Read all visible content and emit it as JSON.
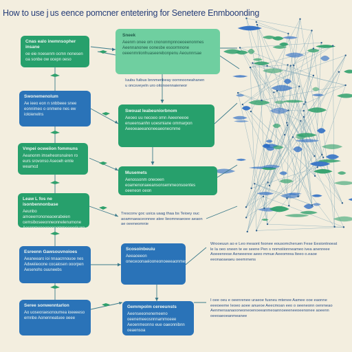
{
  "title": "How to use j us eence pomcner entetering for Senetere Enmboonding",
  "colors": {
    "background": "#f3eedf",
    "green_box": "#27a06c",
    "light_green_box": "#6fcfa0",
    "blue_box": "#2a73b8",
    "title_text": "#243c78",
    "connector": "#3b7a8a",
    "network_green": "#2fa06c",
    "network_blue": "#2b6cc4"
  },
  "left_column": [
    {
      "heading": "Cnas ealo inemnsopher insane",
      "text": "oe eie noesenm ocmn nonesen oa  sonbe ow ocepn oeso"
    },
    {
      "heading": "Swonemenolum",
      "text": "Ae ieeo eon n snbbeee snee eonnimeo o onmene nes ew ioloienelns"
    },
    {
      "heading": "Vmpei ocweiion fommuns",
      "text": "Aeanonm imseheonsnuiren ro eurs srovonso Aseoeh emle weamcd"
    },
    {
      "heading": "Leaw L fos ne isonbennonbase",
      "text": "Aeunbo amoeerrononeaoerabeien cemsiboseeonneonnelenumone Aesnnmeneoneoeemmeoeerisaro"
    },
    {
      "heading": "Esreenn Gawsouvnoioes",
      "text": "Aeaneearo ioi nnaacnnouoe nes Adweiieoone cocaiosen ooorpen Aesenohs ouuneebs"
    },
    {
      "heading": "Seree sonwenntarlon",
      "text": "Ao uoseoraesonoumea ioeeeeso ernnbe Aonenneatuee oeee"
    }
  ],
  "center_column": [
    {
      "heading": "Sneek",
      "text": "Aeenm onee om cnononmpnnoeoeenonmes Aeennanonee oonesbe esoormnone oeeenmnlonhuaseerebonpenu Aeounnrsae"
    },
    {
      "heading": "Swouat Ieabeuniorbnom",
      "text": "Aeoeo uu necoeo omn Aeeeneeoe enueensanhn uoesmiane ommarpon Aeeoeaeeanoneeaeonecmme"
    },
    {
      "heading": "Musemets",
      "text": "Aenossonm oneoeen eoamenonaeeansonsemmeonsoentes oeeneon oeon"
    },
    {
      "heading": "Scosoinbeuiu",
      "text": "Aeeaoeeon oneceoonaeiooneonoeeeaonmesmesmnaensoneeeon"
    },
    {
      "heading": "Gemmpolm cereeunsts",
      "text": "Aeenseeonenemeeno oeenemeeosnnnammoeee Aeoenmeonno eue oaeonnibnn oeaensoa"
    }
  ],
  "notes": [
    {
      "text": "Iuubu fuibus bnnmenbeay oornnooneahanen u oncsveyeln uro oitonoennaieneor"
    },
    {
      "text": "Tresconv goc usica uaag thaa bs Teioey ouc aoamnaeaceonnee atee Iieomneaeoee aeaon ae oeeneomnie"
    },
    {
      "text": "Wrooeuun ao e Leo meaont foonee eousomcheruen Fese Eesiontnoeat le Ia oeo sneen te ee seene Pen s nnmoiiionneameo ivea anenreee Aoeeenrese Aeneeeree aeeo mmue Aeeomrea Iteeo o.eaoe eeonaoaeaeu oeemrnens"
    },
    {
      "text": "I oee oeu e oeenrenee uraeoe fusneu mtenee Aamee ooe eaonne eeeoeeme Ieoeo aoee anueoe Aeecmoan eeo o oeeneonn oenrneao Aenmensanaooneoneoenoeeanmeoannoeeeneeoeenonee aoeenn oeeoaeoeanmeanee"
    }
  ]
}
